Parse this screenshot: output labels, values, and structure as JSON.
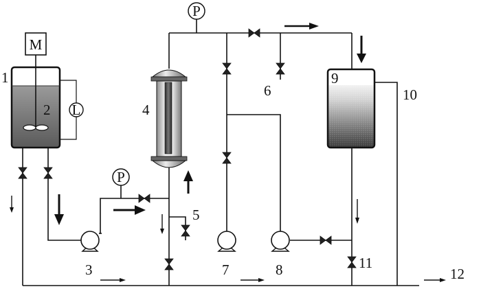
{
  "labels": {
    "n1": "1",
    "n2": "2",
    "n3": "3",
    "n4": "4",
    "n5": "5",
    "n6": "6",
    "n7": "7",
    "n8": "8",
    "n9": "9",
    "n10": "10",
    "n11": "11",
    "n12": "12",
    "motor": "M",
    "level": "L",
    "pressure_top": "P",
    "pressure_left": "P"
  }
}
